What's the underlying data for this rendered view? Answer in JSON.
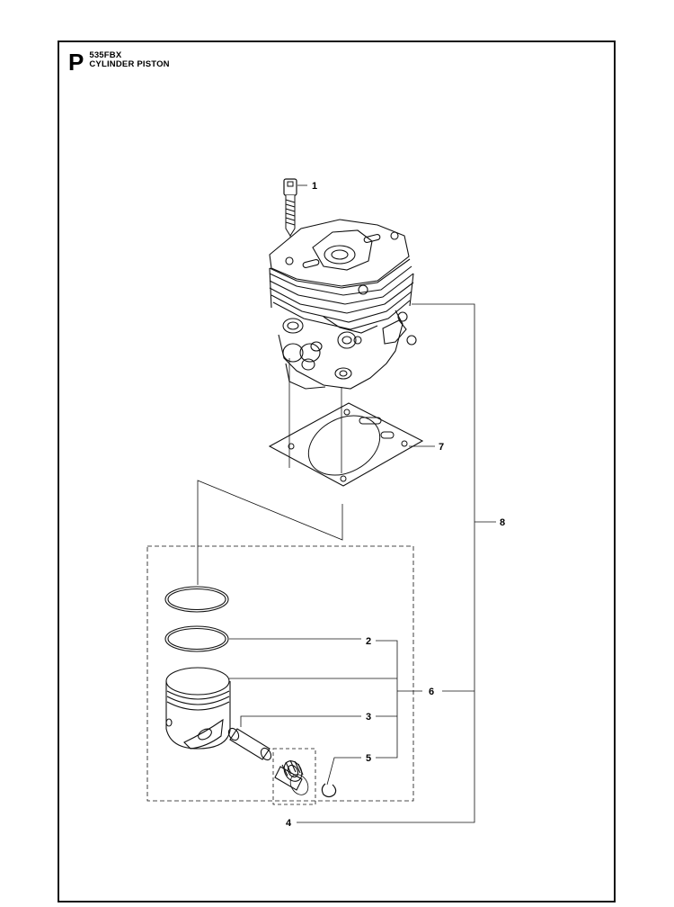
{
  "header": {
    "section_letter": "P",
    "model": "535FBX",
    "title": "CYLINDER PISTON"
  },
  "callouts": [
    {
      "id": "1",
      "label": "1",
      "part": "screw"
    },
    {
      "id": "2",
      "label": "2",
      "part": "piston-ring"
    },
    {
      "id": "3",
      "label": "3",
      "part": "piston-pin"
    },
    {
      "id": "4",
      "label": "4",
      "part": "needle-bearing"
    },
    {
      "id": "5",
      "label": "5",
      "part": "circlip"
    },
    {
      "id": "6",
      "label": "6",
      "part": "piston-kit"
    },
    {
      "id": "7",
      "label": "7",
      "part": "cylinder-gasket"
    },
    {
      "id": "8",
      "label": "8",
      "part": "cylinder-assembly"
    }
  ],
  "colors": {
    "line": "#111111",
    "background": "#ffffff"
  }
}
